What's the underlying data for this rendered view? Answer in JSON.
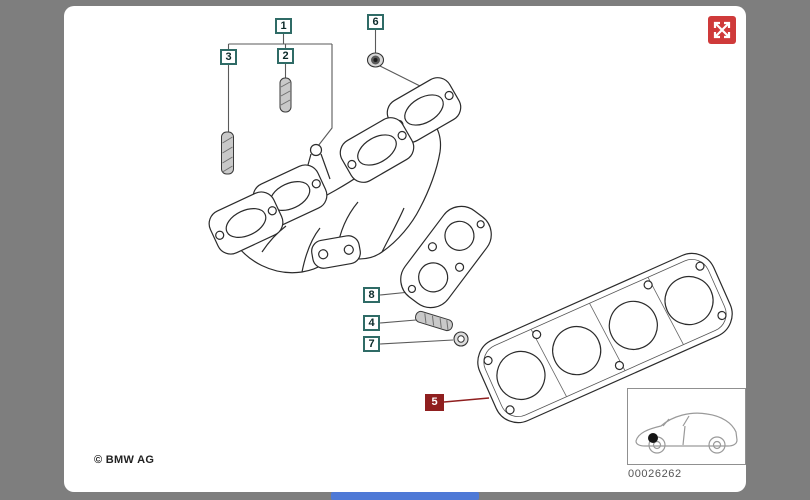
{
  "page": {
    "copyright": "© BMW AG",
    "diagram_number": "00026262"
  },
  "callouts": [
    {
      "label": "1",
      "style": "outline"
    },
    {
      "label": "2",
      "style": "outline"
    },
    {
      "label": "3",
      "style": "outline"
    },
    {
      "label": "4",
      "style": "outline"
    },
    {
      "label": "5",
      "style": "highlight"
    },
    {
      "label": "6",
      "style": "outline"
    },
    {
      "label": "7",
      "style": "outline"
    },
    {
      "label": "8",
      "style": "outline"
    }
  ],
  "highlighted_callout": "5",
  "icons": {
    "expand": "expand-arrows-icon",
    "part_location": "part-location-dot"
  },
  "colors": {
    "callout_border": "#2f6b66",
    "callout_highlight_bg": "#8f1f1f",
    "expand_button_bg": "#cf3a3a",
    "scrollbar_blue": "#4e79d6",
    "canvas_bg": "#7e7e7e",
    "page_bg": "#ffffff"
  }
}
